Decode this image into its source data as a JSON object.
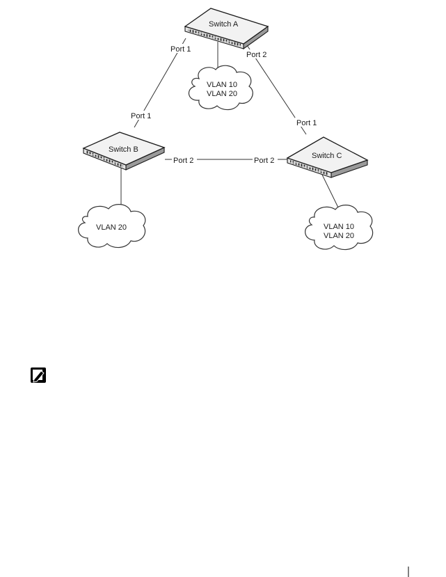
{
  "switches": {
    "a": {
      "name": "Switch A"
    },
    "b": {
      "name": "Switch B"
    },
    "c": {
      "name": "Switch C"
    }
  },
  "ports": {
    "a_port1": "Port 1",
    "a_port2": "Port 2",
    "b_port1": "Port 1",
    "b_port2": "Port 2",
    "c_port1": "Port 1",
    "c_port2": "Port 2"
  },
  "clouds": {
    "a": [
      "VLAN 10",
      "VLAN 20"
    ],
    "b": [
      "VLAN 20"
    ],
    "c": [
      "VLAN 10",
      "VLAN 20"
    ]
  },
  "note_icon": "pencil-note-icon"
}
